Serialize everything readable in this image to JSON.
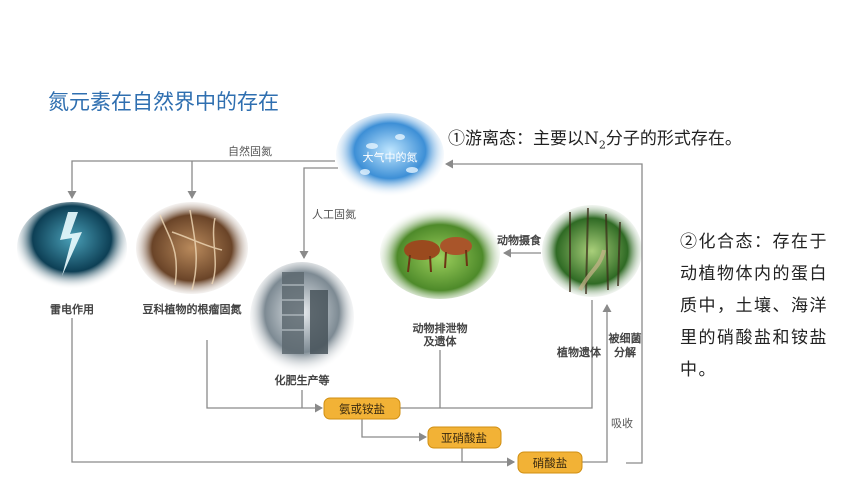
{
  "title": "氮元素在自然界中的存在",
  "note_free": {
    "prefix": "①游离态：主要以N",
    "subscript": "2",
    "suffix": "分子的形式存在。"
  },
  "note_combined": "②化合态：存在于动植物体内的蛋白质中，土壤、海洋里的硝酸盐和铵盐中。",
  "nodes": {
    "atmosphere": "大气中的氮",
    "lightning": "雷电作用",
    "legume": "豆科植物的根瘤固氮",
    "fertilizer": "化肥生产等",
    "animals": "动物排泄物\n及遗体",
    "plants": "植物遗体"
  },
  "arrow_labels": {
    "natural_fixation": "自然固氮",
    "artificial_fixation": "人工固氮",
    "animal_feeding": "动物摄食",
    "bacteria_decompose": "被细菌\n分解",
    "absorption": "吸收"
  },
  "boxes": {
    "ammonia": "氨或铵盐",
    "nitrite": "亚硝酸盐",
    "nitrate": "硝酸盐"
  },
  "colors": {
    "title": "#2f6fb0",
    "box_fill": "#f2b236",
    "arrow": "#8a8a8a"
  }
}
